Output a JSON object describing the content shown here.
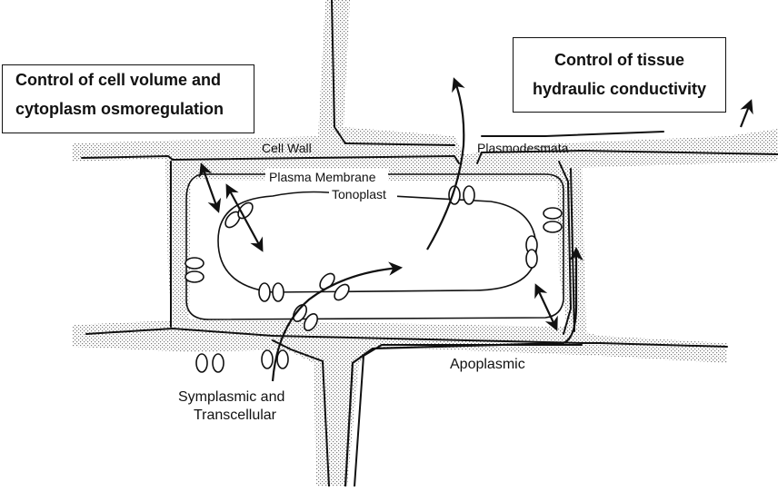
{
  "boxes": {
    "left_line1": "Control of cell volume and",
    "left_line2": "cytoplasm  osmoregulation",
    "right_line1": "Control of tissue",
    "right_line2": "hydraulic conductivity"
  },
  "labels": {
    "cell_wall": "Cell Wall",
    "plasmodesmata": "Plasmodesmata",
    "plasma_membrane": "Plasma Membrane",
    "tonoplast": "Tonoplast",
    "apoplasmic": "Apoplasmic",
    "symplasmic_line1": "Symplasmic  and",
    "symplasmic_line2": "Transcellular"
  }
}
